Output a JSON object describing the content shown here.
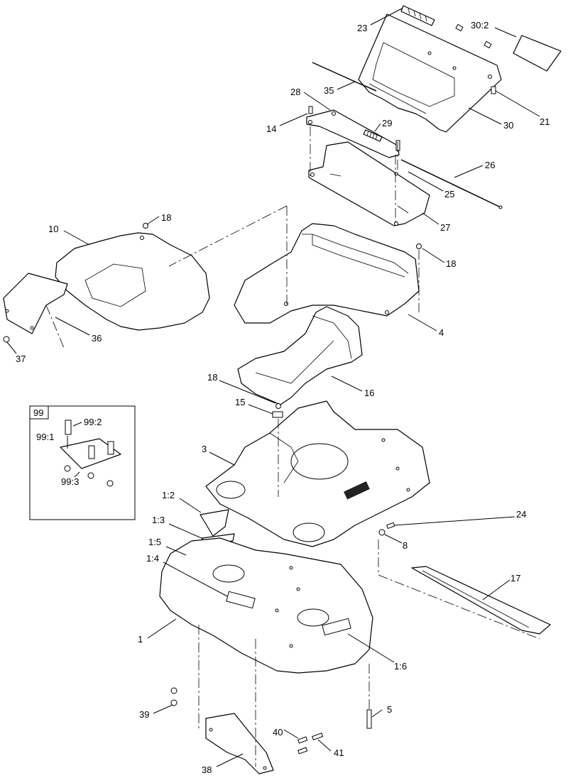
{
  "callouts": {
    "c23": "23",
    "c30_2": "30:2",
    "c35": "35",
    "c28": "28",
    "c14": "14",
    "c29": "29",
    "c30": "30",
    "c21": "21",
    "c26": "26",
    "c25": "25",
    "c27": "27",
    "c10": "10",
    "c18a": "18",
    "c18b": "18",
    "c18c": "18",
    "c36": "36",
    "c37": "37",
    "c4": "4",
    "c16": "16",
    "c15": "15",
    "c99": "99",
    "c99_1": "99:1",
    "c99_2": "99:2",
    "c99_3": "99:3",
    "c3": "3",
    "c1_2": "1:2",
    "c1_3": "1:3",
    "c1_5": "1:5",
    "c1_4": "1:4",
    "c24": "24",
    "c8": "8",
    "c17": "17",
    "c1": "1",
    "c1_6": "1:6",
    "c39": "39",
    "c5": "5",
    "c40": "40",
    "c41": "41",
    "c38": "38"
  }
}
